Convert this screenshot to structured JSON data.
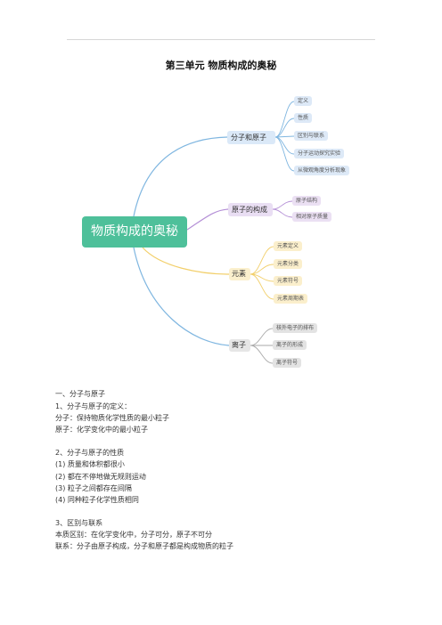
{
  "title": "第三单元 物质构成的奥秘",
  "mindmap": {
    "root": "物质构成的奥秘",
    "branches": [
      {
        "label": "分子和原子",
        "children": [
          "定义",
          "性质",
          "区别与联系",
          "分子运动探究实验",
          "从微观角度分析现象"
        ]
      },
      {
        "label": "原子的构成",
        "children": [
          "原子结构",
          "相对原子质量"
        ]
      },
      {
        "label": "元素",
        "children": [
          "元素定义",
          "元素分类",
          "元素符号",
          "元素周期表"
        ]
      },
      {
        "label": "离子",
        "children": [
          "核外电子的排布",
          "离子的形成",
          "离子符号"
        ]
      }
    ],
    "colors": {
      "root": "#4ec09a",
      "blue_branch": "#7fb6e0",
      "purple_branch": "#b48fd6",
      "yellow_branch": "#f2cf6a",
      "gray_branch": "#7fb6e0"
    }
  },
  "body": [
    "一、分子与原子",
    "1、分子与原子的定义：",
    "分子：保持物质化学性质的最小粒子",
    "原子：化学变化中的最小粒子",
    "2、分子与原子的性质",
    "(1) 质量和体积都很小",
    "(2) 都在不停地做无规则运动",
    "(3) 粒子之间都存在间隔",
    "(4) 同种粒子化学性质相同",
    "3、区别与联系",
    "本质区别：在化学变化中，分子可分，原子不可分",
    "联系：分子由原子构成，分子和原子都是构成物质的粒子"
  ]
}
